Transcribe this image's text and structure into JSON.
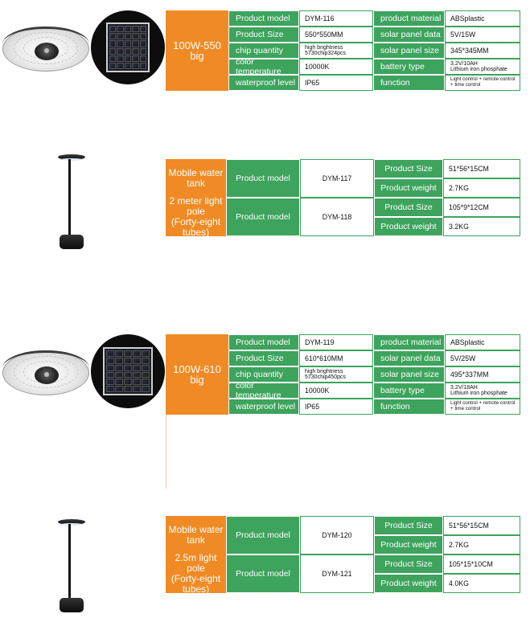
{
  "section1": {
    "tag": "100W-550 big",
    "rows": [
      {
        "l1": "Product model",
        "v1": "DYM-116",
        "l2": "product material",
        "v2": "ABSplastic"
      },
      {
        "l1": "Product Size",
        "v1": "550*550MM",
        "l2": "solar panel data",
        "v2": "5V/15W"
      },
      {
        "l1": "chip quantity",
        "v1a": "high brightness",
        "v1b": "5730chip324pcs",
        "l2": "solar panel size",
        "v2": "345*345MM"
      },
      {
        "l1": "color temperature",
        "v1": "10000K",
        "l2": "battery type",
        "v2a": "3.2V/10AH",
        "v2b": "Lithium iron phosphate"
      },
      {
        "l1": "waterproof level",
        "v1": "IP65",
        "l2": "function",
        "v2a": "Light control + remote control",
        "v2b": "+ time control"
      }
    ]
  },
  "section2": {
    "groups": [
      {
        "tag_a": "Mobile water tank",
        "tag_b": "",
        "label": "Product model",
        "model": "DYM-117",
        "size_label": "Product Size",
        "size": "51*56*15CM",
        "weight_label": "Product weight",
        "weight": "2.7KG"
      },
      {
        "tag_a": "2 meter light pole",
        "tag_b": "(Forty-eight tubes)",
        "label": "Product model",
        "model": "DYM-118",
        "size_label": "Product Size",
        "size": "105*9*12CM",
        "weight_label": "Product weight",
        "weight": "3.2KG"
      }
    ]
  },
  "section3": {
    "tag": "100W-610 big",
    "rows": [
      {
        "l1": "Product model",
        "v1": "DYM-119",
        "l2": "product material",
        "v2": "ABSplastic"
      },
      {
        "l1": "Product Size",
        "v1": "610*610MM",
        "l2": "solar panel data",
        "v2": "5V/25W"
      },
      {
        "l1": "chip quantity",
        "v1a": "high brightness",
        "v1b": "5730chip450pcs",
        "l2": "solar panel size",
        "v2": "495*337MM"
      },
      {
        "l1": "color temperature",
        "v1": "10000K",
        "l2": "battery type",
        "v2a": "3.2V/18AH",
        "v2b": "Lithium iron phosphate"
      },
      {
        "l1": "waterproof level",
        "v1": "IP65",
        "l2": "function",
        "v2a": "Light control + remote control",
        "v2b": "+ time control"
      }
    ]
  },
  "section4": {
    "groups": [
      {
        "tag_a": "Mobile water tank",
        "tag_b": "",
        "label": "Product model",
        "model": "DYM-120",
        "size_label": "Product Size",
        "size": "51*56*15CM",
        "weight_label": "Product weight",
        "weight": "2.7KG"
      },
      {
        "tag_a": "2.5m light pole",
        "tag_b": "(Forty-eight tubes)",
        "label": "Product model",
        "model": "DYM-121",
        "size_label": "Product Size",
        "size": "105*15*10CM",
        "weight_label": "Product weight",
        "weight": "4.0KG"
      }
    ]
  },
  "colors": {
    "orange": "#f08a24",
    "green": "#3da35d"
  }
}
